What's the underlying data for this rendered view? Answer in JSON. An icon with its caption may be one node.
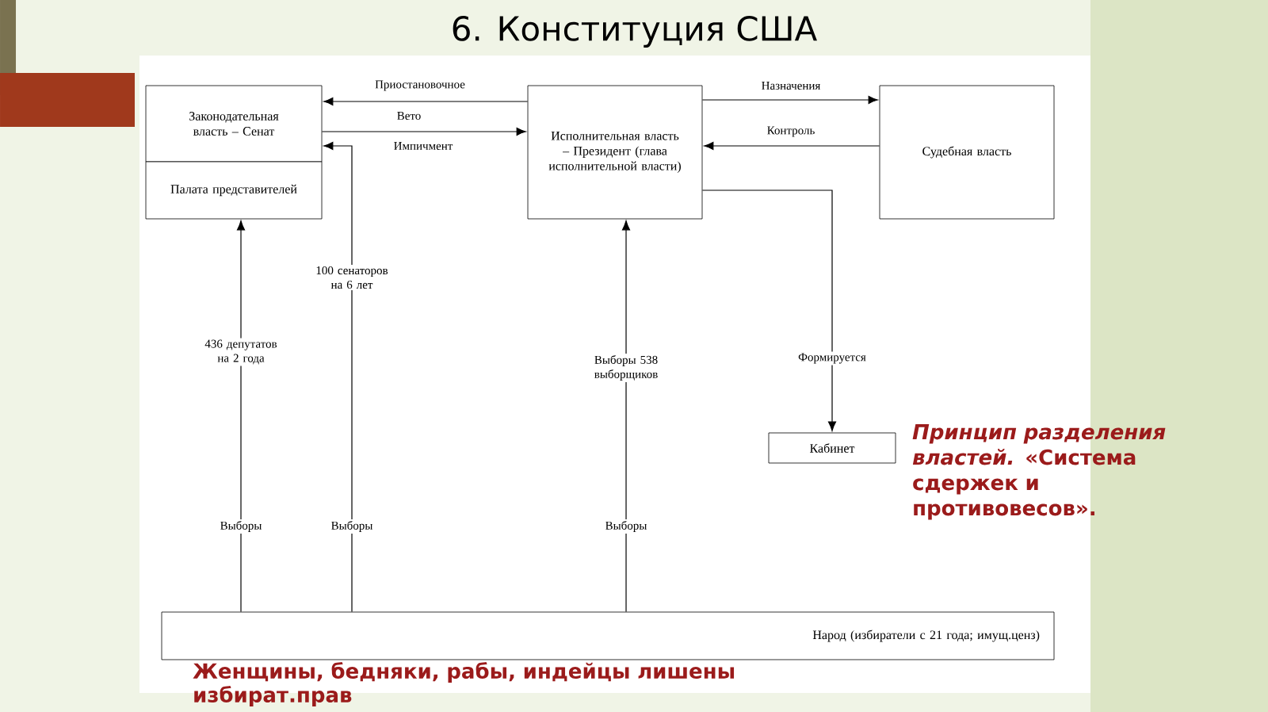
{
  "diagram": {
    "title": "6. Конституция США",
    "nodes": [
      {
        "text": [
          "Законодательная власть – Сенат"
        ]
      },
      {
        "text": [
          "Палата представителей"
        ]
      },
      {
        "text": [
          "Исполнительная власть – Президент (глава исполнительной власти)"
        ]
      },
      {
        "text": [
          "Судебная власть"
        ]
      },
      {
        "text": [
          "Кабинет"
        ]
      },
      {
        "text": [
          "Народ (избиратели с 21 года; имущ.ценз)"
        ]
      }
    ],
    "edges": [
      {
        "from": 2,
        "to": 0,
        "arrow": "to",
        "label": "Приостановочное"
      },
      {
        "from": 0,
        "to": 2,
        "arrow": "to",
        "label": "Вето"
      },
      {
        "from": 2,
        "to": 3,
        "arrow": "to",
        "label": "Назначения"
      },
      {
        "from": 3,
        "to": 2,
        "arrow": "to",
        "label": "Контроль"
      },
      {
        "from": 5,
        "to": 0,
        "arrow": "to",
        "label": "100 сенаторов на 6 лет"
      },
      {
        "from": 5,
        "to": 1,
        "arrow": "to",
        "label": "436 депутатов на 2 года"
      },
      {
        "from": 5,
        "to": 2,
        "arrow": "to",
        "label": "Выборы 538 выборщиков"
      },
      {
        "from": 2,
        "to": 4,
        "arrow": "to",
        "label": "Формируется"
      }
    ],
    "labels": [
      "Импичмент",
      "Выборы",
      "Выборы",
      "Выборы",
      "*Принцип разделения властей.* «Система сдержек и противовесов».",
      "Женщины, бедняки, рабы, индейцы лишены избират.прав"
    ]
  }
}
